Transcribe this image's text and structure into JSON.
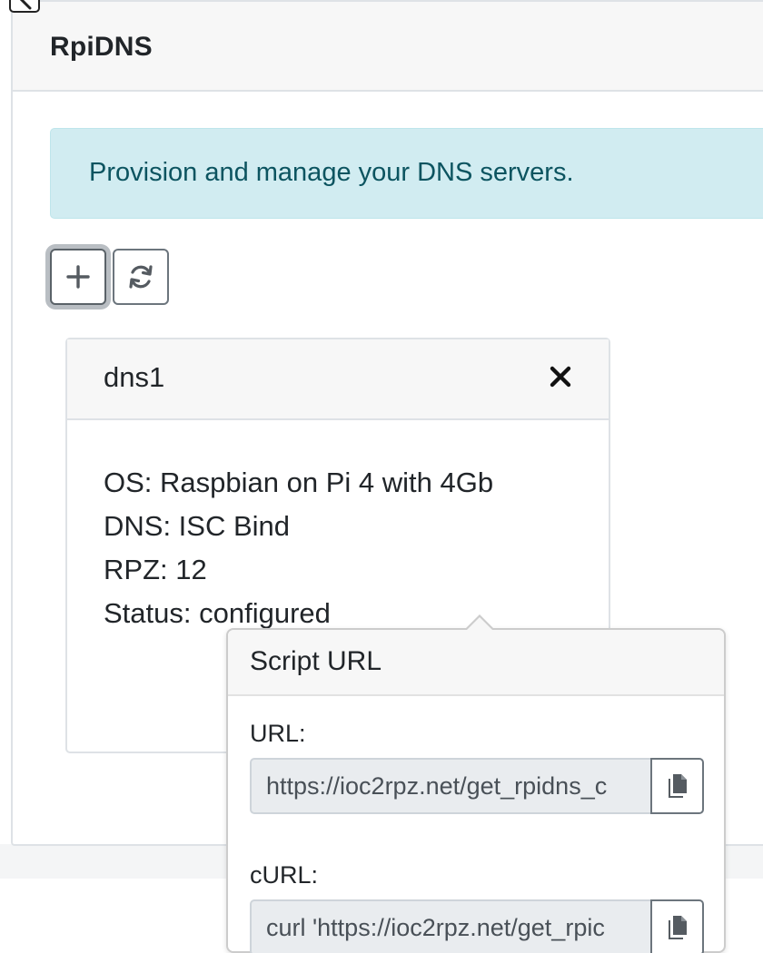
{
  "header": {
    "brand": "RpiDNS"
  },
  "alert": {
    "text": "Provision and manage your DNS servers."
  },
  "toolbar": {
    "add_icon": "plus-icon",
    "refresh_icon": "refresh-icon"
  },
  "dns_card": {
    "title": "dns1",
    "close_icon": "close-icon",
    "lines": [
      "OS: Raspbian on Pi 4 with 4Gb",
      "DNS: ISC Bind",
      "RPZ: 12",
      "Status: configured"
    ]
  },
  "popover": {
    "title": "Script URL",
    "url_label": "URL:",
    "url_value": "https://ioc2rpz.net/get_rpidns_c",
    "curl_label": "cURL:",
    "curl_value": "curl 'https://ioc2rpz.net/get_rpic",
    "copy_icon": "copy-icon"
  },
  "colors": {
    "alert_bg": "#d1ecf1",
    "alert_text": "#0c5460",
    "header_bg": "#f7f7f7",
    "input_bg": "#e9ecef",
    "button_border": "#6c757d"
  }
}
